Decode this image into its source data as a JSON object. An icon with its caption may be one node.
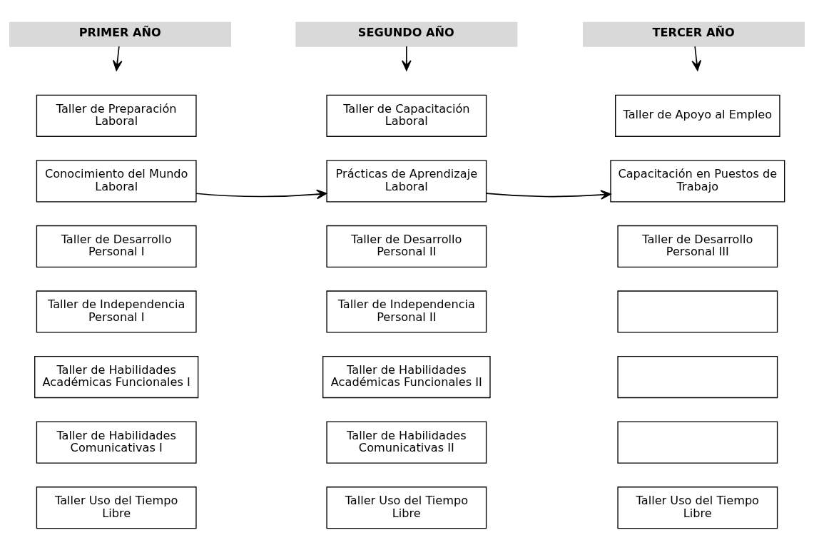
{
  "diagram": {
    "nodes": [
      {
        "text": [
          "PRIMER AÑO"
        ]
      },
      {
        "text": [
          "SEGUNDO AÑO"
        ]
      },
      {
        "text": [
          "TERCER AÑO"
        ]
      },
      {
        "text": [
          "Taller de Preparación Laboral"
        ]
      },
      {
        "text": [
          "Taller de Capacitación Laboral"
        ]
      },
      {
        "text": [
          "Taller de Apoyo al Empleo"
        ]
      },
      {
        "text": [
          "Conocimiento del Mundo Laboral"
        ]
      },
      {
        "text": [
          "Prácticas de Aprendizaje Laboral"
        ]
      },
      {
        "text": [
          "Capacitación en Puestos de Trabajo"
        ]
      },
      {
        "text": [
          "Taller de Desarrollo Personal I"
        ]
      },
      {
        "text": [
          "Taller de Desarrollo Personal II"
        ]
      },
      {
        "text": [
          "Taller de Desarrollo Personal III"
        ]
      },
      {
        "text": [
          "Taller de Independencia Personal I"
        ]
      },
      {
        "text": [
          "Taller de Independencia Personal II"
        ]
      },
      {
        "text": [],
        "shape": "box"
      },
      {
        "text": [
          "Taller de Habilidades Académicas Funcionales I"
        ]
      },
      {
        "text": [
          "Taller de Habilidades Académicas Funcionales II"
        ]
      },
      {
        "text": [],
        "shape": "box"
      },
      {
        "text": [
          "Taller de Habilidades Comunicativas I"
        ]
      },
      {
        "text": [
          "Taller de Habilidades Comunicativas II"
        ]
      },
      {
        "text": [],
        "shape": "box"
      },
      {
        "text": [
          "Taller Uso del Tiempo Libre"
        ]
      },
      {
        "text": [
          "Taller Uso del Tiempo Libre"
        ]
      },
      {
        "text": [
          "Taller Uso del Tiempo Libre"
        ]
      }
    ],
    "edges": [
      {
        "from": 0,
        "to": null,
        "arrow": "to"
      },
      {
        "from": 1,
        "to": null,
        "arrow": "to"
      },
      {
        "from": 2,
        "to": null,
        "arrow": "to"
      },
      {
        "from": 6,
        "to": 7,
        "arrow": "to"
      },
      {
        "from": 7,
        "to": 8,
        "arrow": "to"
      }
    ]
  }
}
